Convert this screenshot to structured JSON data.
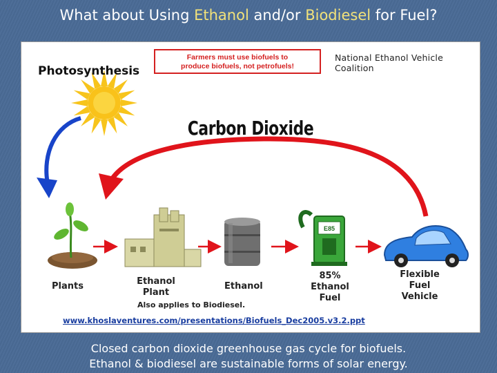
{
  "slide": {
    "title_parts": [
      "What about Using ",
      "Ethanol",
      " and/or ",
      "Biodiesel",
      " for Fuel?"
    ],
    "caption_line1": "Closed carbon dioxide greenhouse gas cycle for biofuels.",
    "caption_line2": "Ethanol & biodiesel are sustainable forms of solar energy."
  },
  "diagram": {
    "photosynthesis": "Photosynthesis",
    "warning_line1": "Farmers must use biofuels to",
    "warning_line2": "produce biofuels, not petrofuels!",
    "coalition": "National Ethanol Vehicle Coalition",
    "carbon_dioxide": "Carbon Dioxide",
    "labels": {
      "plants": "Plants",
      "plant_line1": "Ethanol",
      "plant_line2": "Plant",
      "ethanol": "Ethanol",
      "fuel_line1": "85%",
      "fuel_line2": "Ethanol",
      "fuel_line3": "Fuel",
      "vehicle_line1": "Flexible",
      "vehicle_line2": "Fuel",
      "vehicle_line3": "Vehicle"
    },
    "also_applies": "Also applies to Biodiesel.",
    "pump_sign": "E85",
    "source_url": "www.khoslaventures.com/presentations/Biofuels_Dec2005.v3.2.ppt"
  },
  "colors": {
    "background": "#4a6b96",
    "title_highlight": "#f2e27a",
    "red_arrow": "#e0141b",
    "blue_arrow": "#1844c9",
    "sun": "#f7c41c",
    "car": "#2f7fe0",
    "pump": "#3aa63a"
  }
}
